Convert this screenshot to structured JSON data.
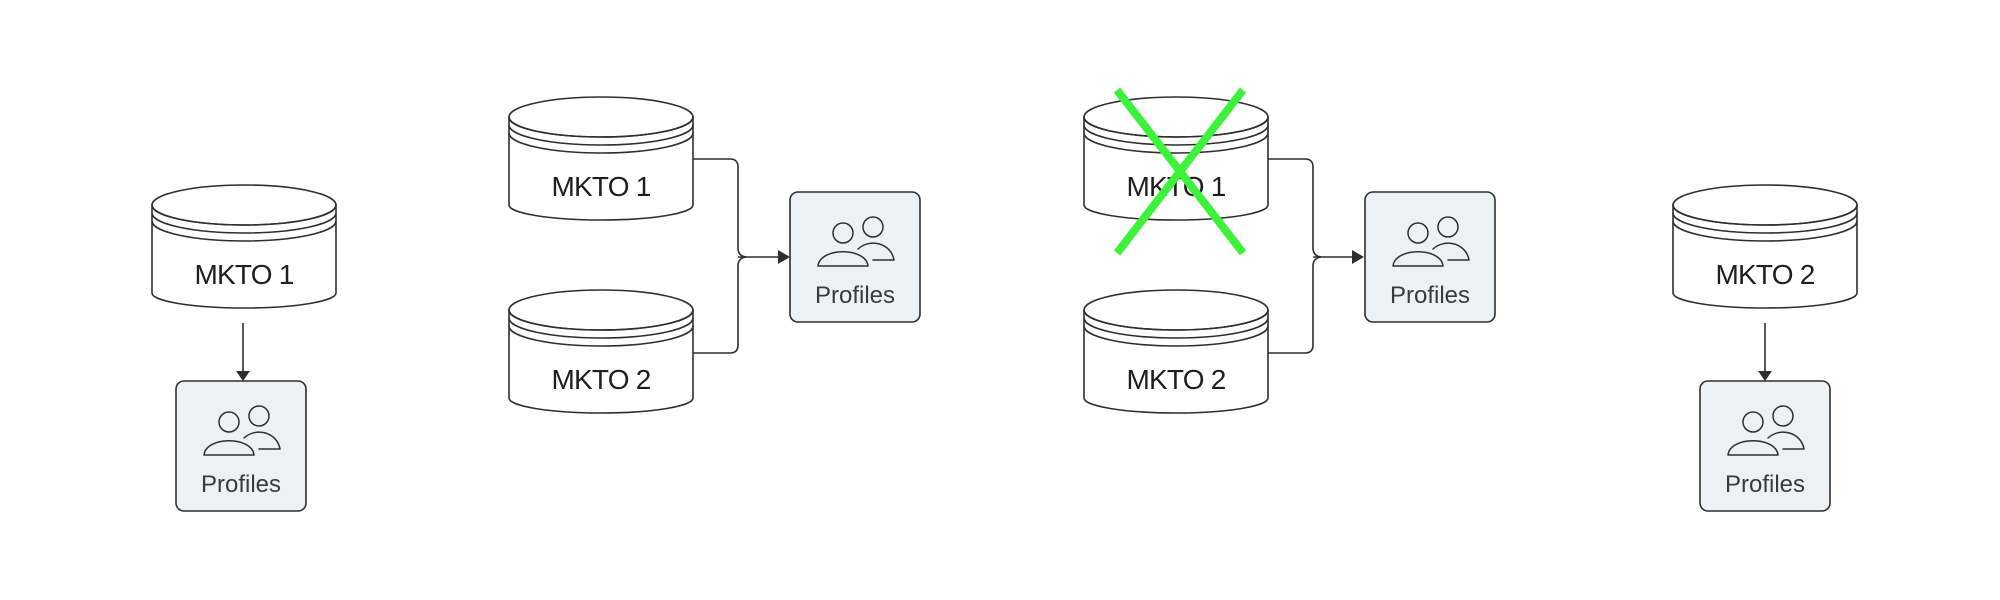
{
  "diagram": {
    "colors": {
      "stroke": "#2f2f2f",
      "profile_fill": "#eef1f4",
      "cross": "#3df23a"
    },
    "scenario_1": {
      "db_label": "MKTO 1",
      "profiles_label": "Profiles"
    },
    "scenario_2": {
      "db_top_label": "MKTO 1",
      "db_bottom_label": "MKTO 2",
      "profiles_label": "Profiles"
    },
    "scenario_3": {
      "db_top_label": "MKTO 1",
      "db_top_crossed_out": true,
      "db_bottom_label": "MKTO 2",
      "profiles_label": "Profiles"
    },
    "scenario_4": {
      "db_label": "MKTO 2",
      "profiles_label": "Profiles"
    }
  }
}
